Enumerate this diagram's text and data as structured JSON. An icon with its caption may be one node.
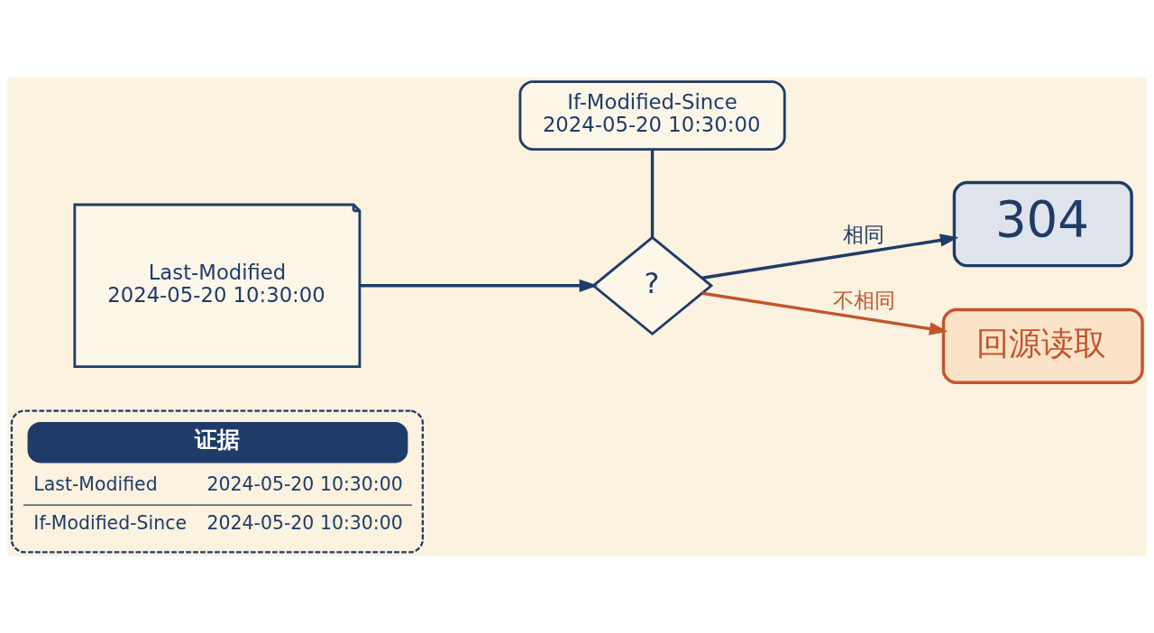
{
  "diagram": {
    "nodes": [
      {
        "text": [
          "Last-Modified",
          "2024-05-20 10:30:00"
        ]
      },
      {
        "text": [
          "If-Modified-Since",
          "2024-05-20 10:30:00"
        ]
      },
      {
        "text": [
          "?"
        ]
      },
      {
        "text": [
          "304"
        ]
      },
      {
        "text": [
          "回源读取"
        ]
      },
      {
        "text": [
          "证据",
          "Last-Modified",
          "2024-05-20 10:30:00",
          "If-Modified-Since",
          "2024-05-20 10:30:00"
        ]
      }
    ],
    "edges": [
      {
        "from": 0,
        "to": 2,
        "arrow": "to"
      },
      {
        "from": 1,
        "to": 2,
        "arrow": "none"
      },
      {
        "from": 2,
        "to": 3,
        "arrow": "to",
        "label": "相同"
      },
      {
        "from": 2,
        "to": 4,
        "arrow": "to",
        "label": "不相同",
        "color": "#c2552c"
      }
    ]
  }
}
